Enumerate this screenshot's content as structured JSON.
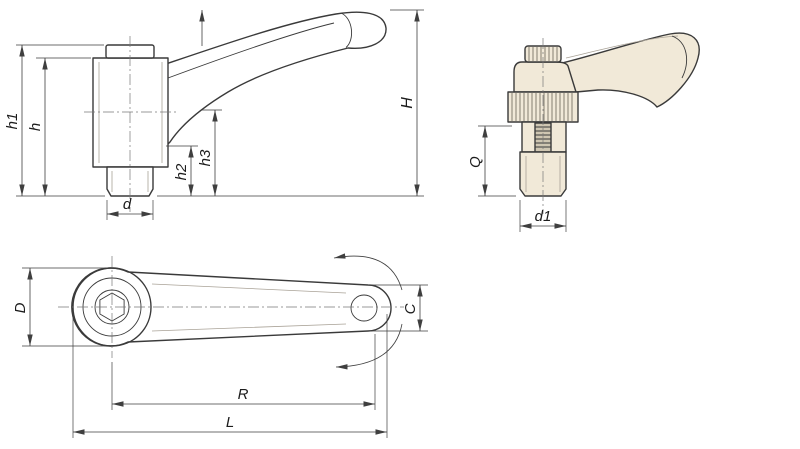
{
  "colors": {
    "line": "#3a3a3a",
    "beige": "#f1e9d8",
    "beige_dark": "#cfc6b2",
    "background": "#ffffff"
  },
  "views": {
    "side": {
      "name": "side-elevation-view",
      "labels": {
        "h1": "h1",
        "h": "h",
        "h2": "h2",
        "h3": "h3",
        "d": "d",
        "H": "H"
      }
    },
    "front": {
      "name": "front-elevation-view",
      "labels": {
        "Q": "Q",
        "d1": "d1"
      }
    },
    "top": {
      "name": "plan-view",
      "labels": {
        "D": "D",
        "C": "C",
        "R": "R",
        "L": "L"
      }
    }
  }
}
